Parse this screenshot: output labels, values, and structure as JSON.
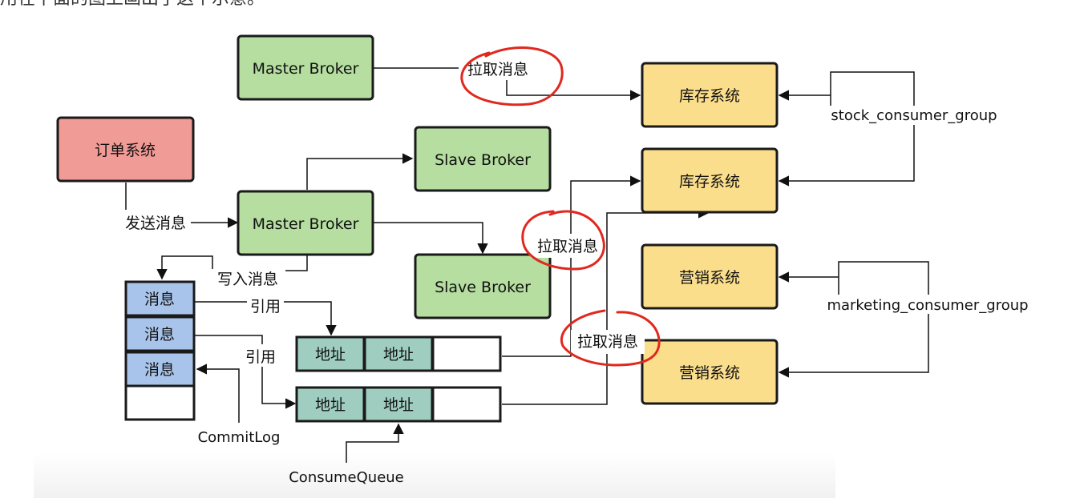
{
  "header": {
    "text": "用在下面的图上画出了这个示意。"
  },
  "diagram": {
    "colors": {
      "order": "#f19b96",
      "broker": "#b5dea0",
      "system": "#fbde8c",
      "message": "#a9c4ea",
      "address": "#9fcdc0",
      "red_ink": "#e0281e"
    },
    "order_system": "订单系统",
    "master_broker_top": "Master Broker",
    "master_broker_main": "Master Broker",
    "slave_broker_1": "Slave Broker",
    "slave_broker_2": "Slave Broker",
    "stock_system_1": "库存系统",
    "stock_system_2": "库存系统",
    "marketing_system_1": "营销系统",
    "marketing_system_2": "营销系统",
    "messages": [
      "消息",
      "消息",
      "消息"
    ],
    "addresses_row1": [
      "地址",
      "地址"
    ],
    "addresses_row2": [
      "地址",
      "地址"
    ],
    "labels": {
      "send_message": "发送消息",
      "write_message": "写入消息",
      "reference_1": "引用",
      "reference_2": "引用",
      "pull_message_top": "拉取消息",
      "pull_message_mid": "拉取消息",
      "pull_message_low": "拉取消息",
      "stock_group": "stock_consumer_group",
      "marketing_group": "marketing_consumer_group",
      "commitlog": "CommitLog",
      "consume_queue": "ConsumeQueue"
    }
  }
}
